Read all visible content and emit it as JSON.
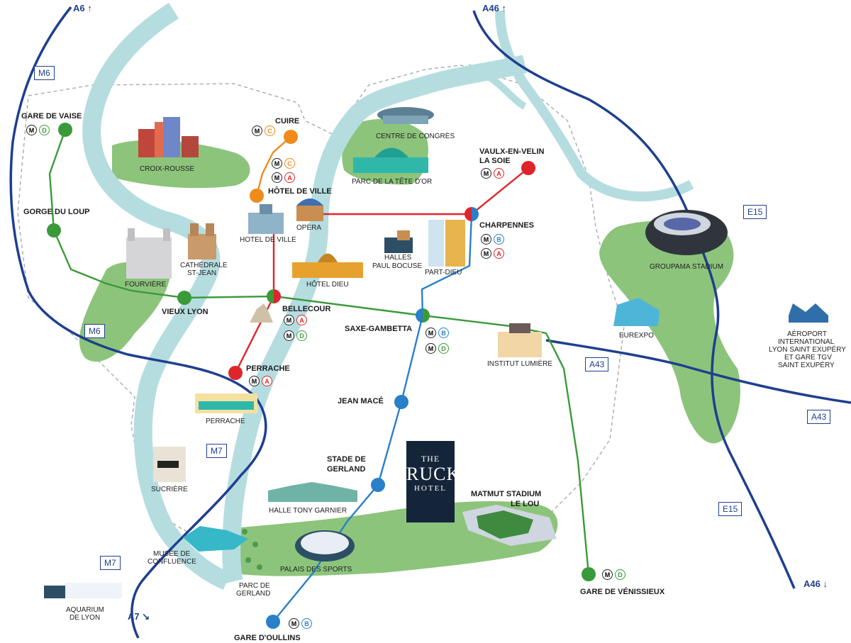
{
  "colors": {
    "river": "#b5dde0",
    "park": "#8cc47b",
    "road": "#1f3f8f",
    "line_m6": "#3a9a3a",
    "metro_a": "#e0242b",
    "metro_b": "#2a7fc9",
    "metro_c": "#f08a1c",
    "metro_d": "#3a9a3a"
  },
  "roads": {
    "a6": "A6 ↑",
    "a46_top": "A46 ↑",
    "a46_bottom": "A46 ↓",
    "a7": "A7 ↘",
    "m6_top": "M6",
    "m6_mid": "M6",
    "m7_mid": "M7",
    "m7_bottom": "M7",
    "e15_top": "E15",
    "e15_bottom": "E15",
    "a43_left": "A43",
    "a43_right": "A43"
  },
  "stations": {
    "gare_de_vaise": "GARE DE VAISE",
    "gorge_du_loup": "GORGE DU LOUP",
    "vieux_lyon": "VIEUX LYON",
    "cuire": "CUIRE",
    "hotel_de_ville": "HÔTEL DE VILLE",
    "bellecour": "BELLECOUR",
    "perrache": "PERRACHE",
    "vaulx_1": "VAULX-EN-VELIN",
    "vaulx_2": "LA SOIE",
    "charpennes": "CHARPENNES",
    "saxe_gambetta": "SAXE-GAMBETTA",
    "jean_mace": "JEAN MACÉ",
    "stade_1": "STADE DE",
    "stade_2": "GERLAND",
    "gare_venissieux": "GARE DE VÉNISSIEUX",
    "gare_oullins": "GARE D'OULLINS",
    "matmut_1": "MATMUT STADIUM",
    "matmut_2": "LE LOU"
  },
  "landmarks": {
    "croix_rousse": "CROIX-ROUSSE",
    "centre_congres": "CENTRE DE CONGRÈS",
    "parc_tete_or": "PARC DE LA TÊTE D'OR",
    "fourviere": "FOURVIÈRE",
    "cathedrale_1": "CATHÉDRALE",
    "cathedrale_2": "ST-JEAN",
    "hotel_de_ville_bldg": "HOTEL DE VILLE",
    "opera": "OPÉRA",
    "halles_1": "HALLES",
    "halles_2": "PAUL BOCUSE",
    "part_dieu": "PART-DIEU",
    "hotel_dieu": "HÔTEL DIEU",
    "groupama": "GROUPAMA STADIUM",
    "eurexpo": "EUREXPO",
    "institut_lumiere": "INSTITUT LUMIÈRE",
    "aeroport_1": "AÉROPORT",
    "aeroport_2": "INTERNATIONAL",
    "aeroport_3": "LYON SAINT EXUPÉRY",
    "aeroport_4": "ET GARE TGV",
    "aeroport_5": "SAINT EXUPÉRY",
    "perrache_bldg": "PERRACHE",
    "sucriere": "SUCRIÈRE",
    "halle_tony_garnier": "HALLE TONY GARNIER",
    "musee_1": "MUSÉE DE",
    "musee_2": "CONFLUENCE",
    "palais_sports": "PALAIS DES SPORTS",
    "parc_gerland_1": "PARC DE",
    "parc_gerland_2": "GERLAND",
    "aquarium_1": "AQUARIUM",
    "aquarium_2": "DE LYON"
  },
  "badges": {
    "vaise": [
      "M",
      "D"
    ],
    "cuire": [
      "M",
      "C"
    ],
    "hdv_1": [
      "M",
      "C"
    ],
    "hdv_2": [
      "M",
      "A"
    ],
    "vaulx": [
      "M",
      "A"
    ],
    "charpennes_1": [
      "M",
      "B"
    ],
    "charpennes_2": [
      "M",
      "A"
    ],
    "bellecour_1": [
      "M",
      "A"
    ],
    "bellecour_2": [
      "M",
      "D"
    ],
    "saxe_1": [
      "M",
      "B"
    ],
    "saxe_2": [
      "M",
      "D"
    ],
    "perrache": [
      "M",
      "A"
    ],
    "venissieux": [
      "M",
      "D"
    ],
    "oullins": [
      "M",
      "B"
    ]
  },
  "hotel_logo": {
    "line1": "THE",
    "line2": "RUCK",
    "line3": "HOTEL"
  }
}
